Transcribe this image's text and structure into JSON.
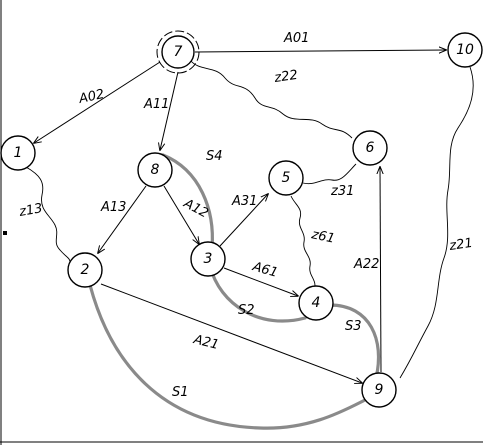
{
  "nodes": [
    {
      "id": "7",
      "label": "7",
      "initial": true
    },
    {
      "id": "10",
      "label": "10"
    },
    {
      "id": "1",
      "label": "1"
    },
    {
      "id": "8",
      "label": "8"
    },
    {
      "id": "6",
      "label": "6"
    },
    {
      "id": "5",
      "label": "5"
    },
    {
      "id": "2",
      "label": "2"
    },
    {
      "id": "3",
      "label": "3"
    },
    {
      "id": "4",
      "label": "4"
    },
    {
      "id": "9",
      "label": "9"
    }
  ],
  "edge_labels": {
    "A01": "A01",
    "A02": "A02",
    "A11": "A11",
    "z22": "z22",
    "S4": "S4",
    "z13": "z13",
    "A13": "A13",
    "A12": "A12",
    "A31": "A31",
    "z31": "z31",
    "z61": "z61",
    "A61": "A61",
    "A22": "A22",
    "z21": "z21",
    "S2": "S2",
    "S3": "S3",
    "A21": "A21",
    "S1": "S1"
  }
}
